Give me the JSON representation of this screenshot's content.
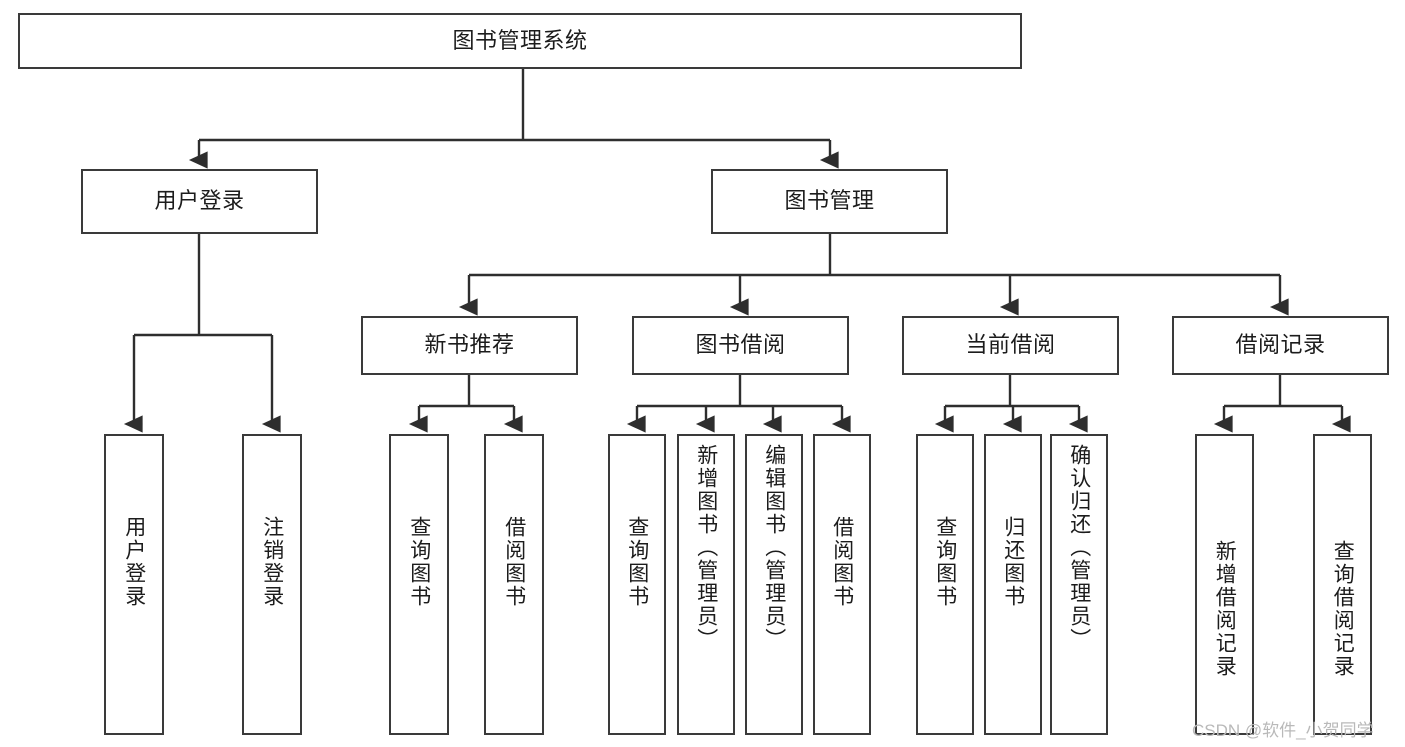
{
  "diagram": {
    "type": "tree-hierarchy",
    "title": "图书管理系统",
    "orientation": "top-down",
    "colors": {
      "stroke": "#3a3a3a",
      "fill": "#ffffff",
      "text": "#1c1c1c",
      "watermark": "#b9b9b9"
    },
    "levels": {
      "root": {
        "label": "图书管理系统"
      },
      "level1": [
        {
          "label": "用户登录"
        },
        {
          "label": "图书管理"
        }
      ],
      "level2": [
        {
          "label": "新书推荐"
        },
        {
          "label": "图书借阅"
        },
        {
          "label": "当前借阅"
        },
        {
          "label": "借阅记录"
        }
      ],
      "leaves": {
        "用户登录": [
          {
            "label": "用户登录"
          },
          {
            "label": "注销登录"
          }
        ],
        "新书推荐": [
          {
            "label": "查询图书"
          },
          {
            "label": "借阅图书"
          }
        ],
        "图书借阅": [
          {
            "label": "查询图书"
          },
          {
            "label": "新增图书（管理员）"
          },
          {
            "label": "编辑图书（管理员）"
          },
          {
            "label": "借阅图书"
          }
        ],
        "当前借阅": [
          {
            "label": "查询图书"
          },
          {
            "label": "归还图书"
          },
          {
            "label": "确认归还（管理员）"
          }
        ],
        "借阅记录": [
          {
            "label": "新增借阅记录"
          },
          {
            "label": "查询借阅记录"
          }
        ]
      }
    }
  },
  "nodes": {
    "root": "图书管理系统",
    "user_login": "用户登录",
    "book_manage": "图书管理",
    "new_book_rec": "新书推荐",
    "book_borrow": "图书借阅",
    "current_borrow": "当前借阅",
    "borrow_record": "借阅记录",
    "leaf_user_login": "用户登录",
    "leaf_logout": "注销登录",
    "leaf_rec_query": "查询图书",
    "leaf_rec_borrow": "借阅图书",
    "leaf_borrow_query": "查询图书",
    "leaf_borrow_add": "新增图书（管理员）",
    "leaf_borrow_edit": "编辑图书（管理员）",
    "leaf_borrow_borrow": "借阅图书",
    "leaf_cur_query": "查询图书",
    "leaf_cur_return": "归还图书",
    "leaf_cur_confirm": "确认归还（管理员）",
    "leaf_rec_add": "新增借阅记录",
    "leaf_rec_search": "查询借阅记录"
  },
  "watermark": {
    "text": "CSDN @软件_小贺同学"
  }
}
